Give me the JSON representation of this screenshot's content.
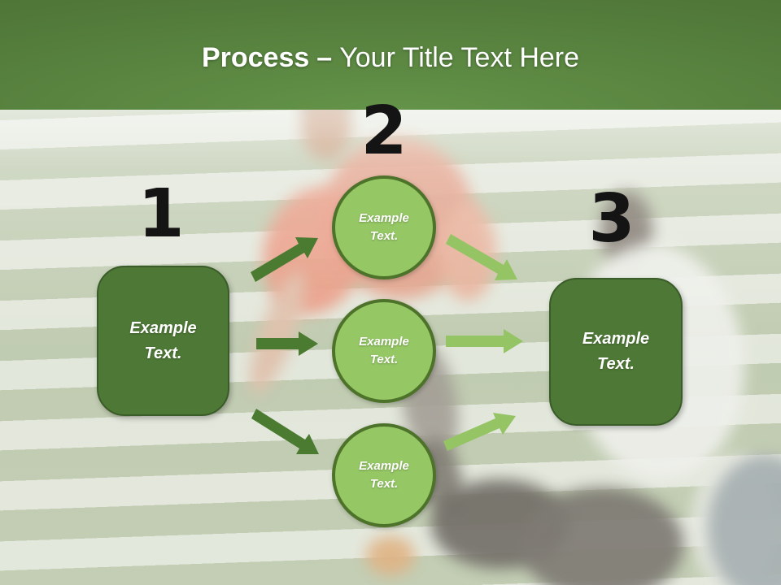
{
  "header": {
    "title_bold": "Process",
    "title_separator": "–",
    "title_rest": "Your Title Text Here"
  },
  "diagram": {
    "step1": {
      "number": "1",
      "label_line1": "Example",
      "label_line2": "Text."
    },
    "step2": {
      "number": "2",
      "circles": [
        {
          "label_line1": "Example",
          "label_line2": "Text."
        },
        {
          "label_line1": "Example",
          "label_line2": "Text."
        },
        {
          "label_line1": "Example",
          "label_line2": "Text."
        }
      ]
    },
    "step3": {
      "number": "3",
      "label_line1": "Example",
      "label_line2": "Text."
    }
  },
  "colors": {
    "header_gradient_top": "#48682f",
    "header_gradient_bottom": "#649449",
    "title_text": "#ffffff",
    "step_number": "#141414",
    "box_fill": "#4e7836",
    "box_border": "#3a5c28",
    "box_text": "#ffffff",
    "circle_fill": "#95c765",
    "circle_border": "#4d7229",
    "circle_text": "#ffffff",
    "arrow_dark": "#4b7a31",
    "arrow_light": "#94c464"
  }
}
